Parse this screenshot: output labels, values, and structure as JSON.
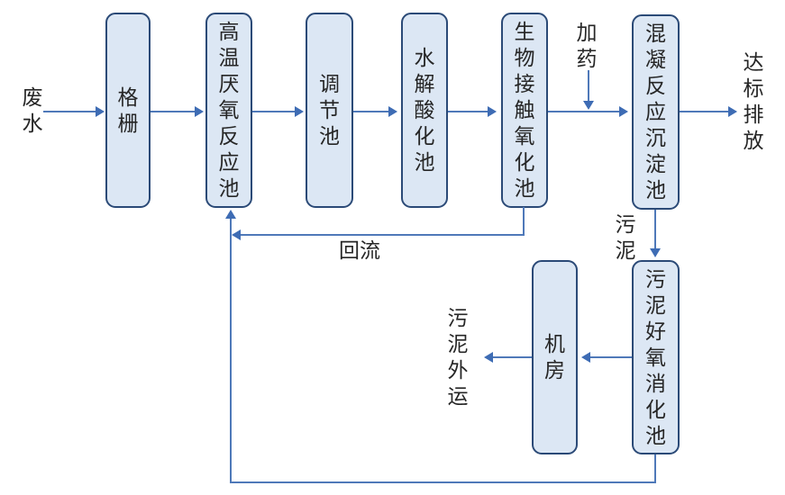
{
  "diagram": {
    "background": "#ffffff",
    "colors": {
      "node_fill": "#dce7f4",
      "node_border": "#2b4a77",
      "connector": "#4f79b9",
      "text": "#262626"
    },
    "nodes": {
      "screen": "格栅",
      "anaerobic": "高温厌氧反应池",
      "regulating": "调节池",
      "hydrolysis": "水解酸化池",
      "bio_oxidation": "生物接触氧化池",
      "coagulation": "混凝反应沉淀池",
      "machine_room": "机房",
      "sludge_digestion": "污泥好氧消化池"
    },
    "labels": {
      "influent": "废水",
      "dosing": "加药",
      "discharge": "达标排放",
      "sludge": "污泥",
      "reflux": "回流",
      "sludge_out": "污泥外运"
    },
    "edges": [
      {
        "from": "废水",
        "to": "格栅"
      },
      {
        "from": "格栅",
        "to": "高温厌氧反应池"
      },
      {
        "from": "高温厌氧反应池",
        "to": "调节池"
      },
      {
        "from": "调节池",
        "to": "水解酸化池"
      },
      {
        "from": "水解酸化池",
        "to": "生物接触氧化池"
      },
      {
        "from": "生物接触氧化池",
        "to": "混凝反应沉淀池"
      },
      {
        "from": "加药",
        "to": "混凝反应沉淀池"
      },
      {
        "from": "混凝反应沉淀池",
        "to": "达标排放"
      },
      {
        "from": "混凝反应沉淀池",
        "to": "污泥好氧消化池",
        "label": "污泥"
      },
      {
        "from": "污泥好氧消化池",
        "to": "机房"
      },
      {
        "from": "机房",
        "to": "污泥外运"
      },
      {
        "from": "生物接触氧化池",
        "to": "高温厌氧反应池",
        "label": "回流"
      },
      {
        "from": "污泥好氧消化池",
        "to": "高温厌氧反应池"
      }
    ]
  }
}
